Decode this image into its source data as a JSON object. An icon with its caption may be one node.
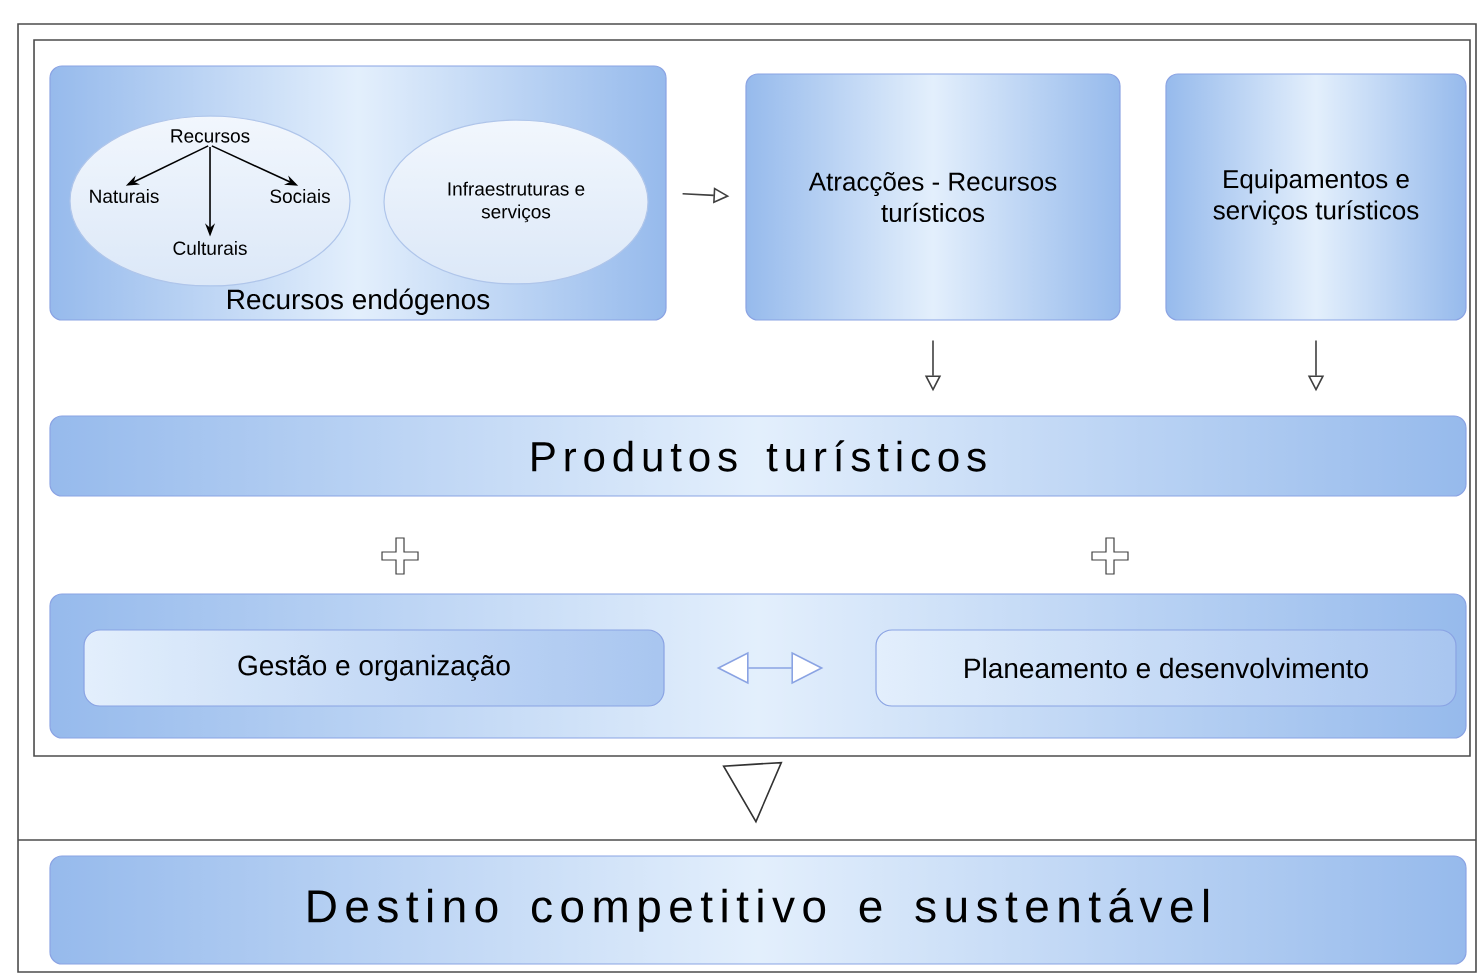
{
  "diagram": {
    "nodes": [
      {
        "text": [],
        "shape": "box"
      },
      {
        "text": [
          "Recursos endógenos"
        ],
        "in": 0
      },
      {
        "text": [],
        "shape": "ellipse",
        "in": 1
      },
      {
        "text": [
          "Recursos"
        ],
        "in": 2
      },
      {
        "text": [
          "Naturais"
        ],
        "in": 2
      },
      {
        "text": [
          "Culturais"
        ],
        "in": 2
      },
      {
        "text": [
          "Sociais"
        ],
        "in": 2
      },
      {
        "text": [
          "Infraestruturas e serviços"
        ],
        "in": 1
      },
      {
        "text": [
          "Atracções - Recursos turísticos"
        ],
        "in": 0
      },
      {
        "text": [
          "Equipamentos e serviços turísticos"
        ],
        "in": 0
      },
      {
        "text": [
          "Produtos turísticos"
        ],
        "in": 0
      },
      {
        "text": [],
        "shape": "box",
        "in": 0
      },
      {
        "text": [
          "Gestão e organização"
        ],
        "in": 11
      },
      {
        "text": [
          "Planeamento e desenvolvimento"
        ],
        "in": 11
      },
      {
        "text": [
          "Destino competitivo e sustentável"
        ]
      }
    ],
    "edges": [
      {
        "from": 3,
        "to": 4,
        "arrow": "to"
      },
      {
        "from": 3,
        "to": 5,
        "arrow": "to"
      },
      {
        "from": 3,
        "to": 6,
        "arrow": "to"
      },
      {
        "from": 1,
        "to": 8,
        "arrow": "to"
      },
      {
        "from": 8,
        "to": 10,
        "arrow": "to"
      },
      {
        "from": 9,
        "to": 10,
        "arrow": "to"
      },
      {
        "from": 12,
        "to": 13,
        "arrow": "both",
        "color": "#8aa3e3"
      },
      {
        "from": 0,
        "to": 14,
        "arrow": "to"
      }
    ]
  }
}
